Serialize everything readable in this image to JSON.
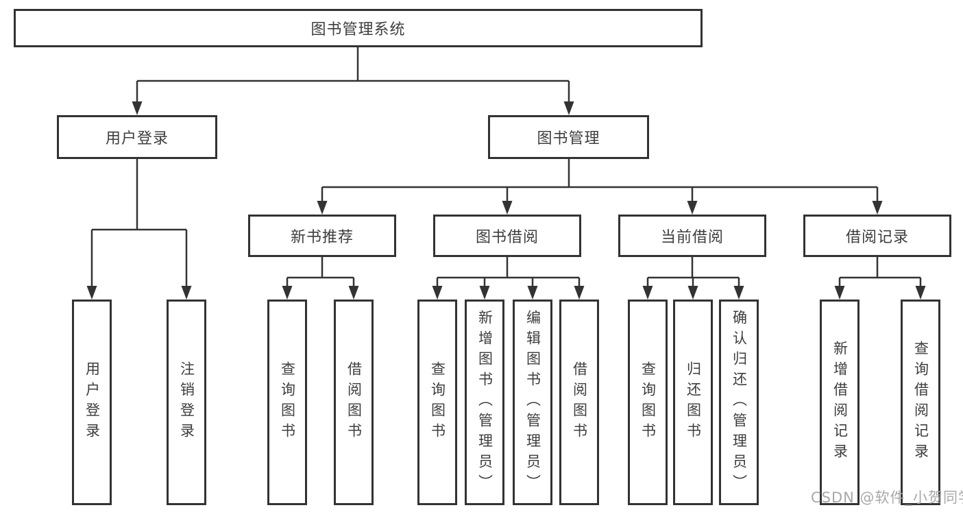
{
  "diagram": {
    "root": "图书管理系统",
    "level2": [
      {
        "label": "用户登录"
      },
      {
        "label": "图书管理"
      }
    ],
    "level3": [
      {
        "label": "新书推荐"
      },
      {
        "label": "图书借阅"
      },
      {
        "label": "当前借阅"
      },
      {
        "label": "借阅记录"
      }
    ],
    "leaves": {
      "user_login": [
        "用户登录",
        "注销登录"
      ],
      "new_books": [
        "查询图书",
        "借阅图书"
      ],
      "book_borrow": [
        "查询图书",
        "新增图书（管理员）",
        "编辑图书（管理员）",
        "借阅图书"
      ],
      "current_borrow": [
        "查询图书",
        "归还图书",
        "确认归还（管理员）"
      ],
      "borrow_records": [
        "新增借阅记录",
        "查询借阅记录"
      ]
    },
    "line_color": "#333333"
  },
  "watermark": {
    "text": "CSDN @软件_小贺同学"
  }
}
